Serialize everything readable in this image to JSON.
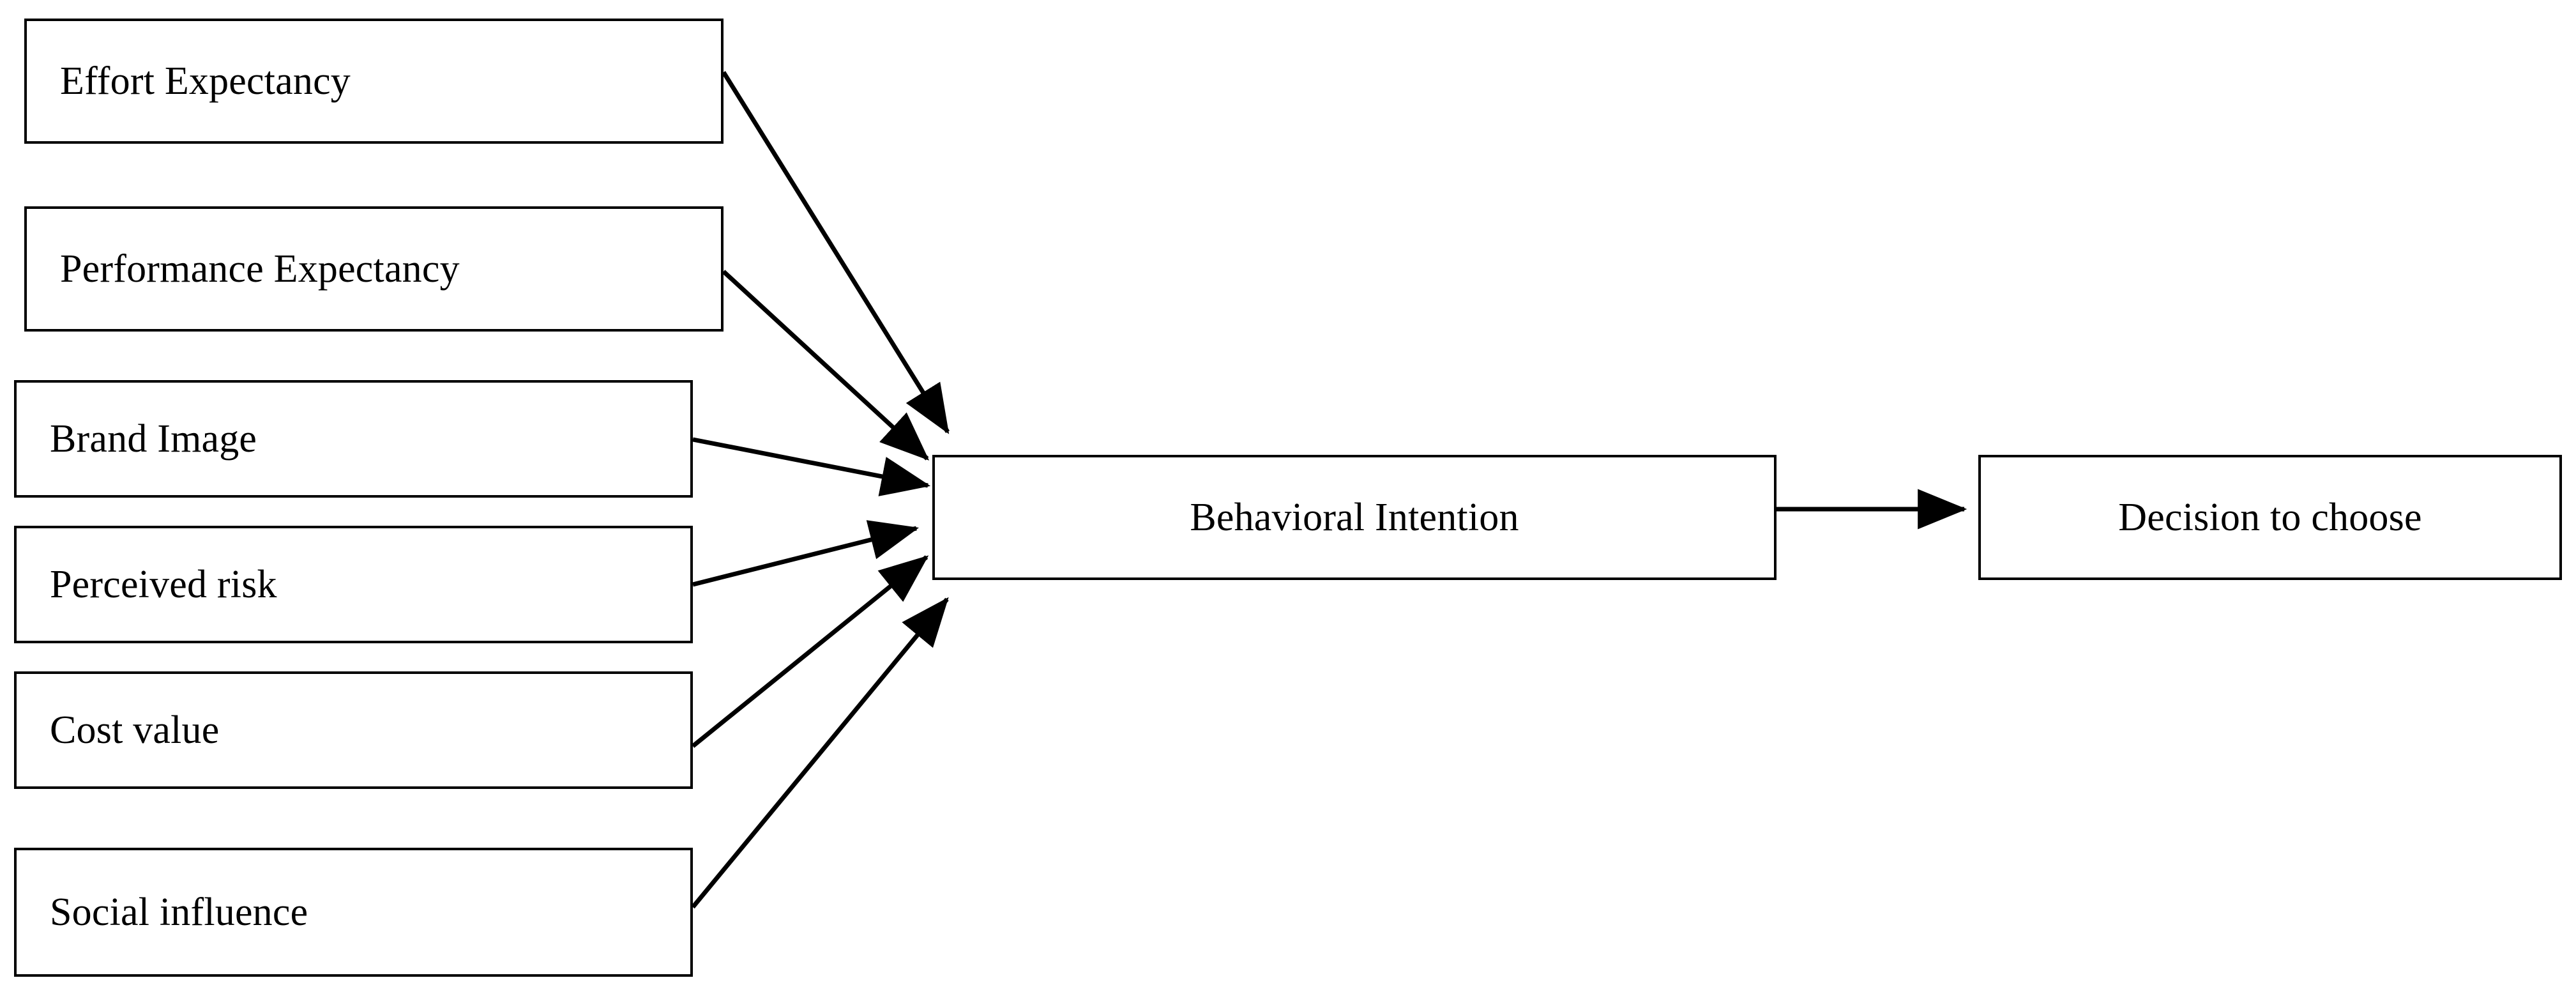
{
  "diagram": {
    "type": "conceptual-research-model",
    "background_color": "#ffffff",
    "line_color": "#000000",
    "box_border_color": "#000000",
    "box_fill_color": "#ffffff",
    "antecedents": [
      {
        "id": "effort-expectancy",
        "label": "Effort Expectancy"
      },
      {
        "id": "performance-expectancy",
        "label": "Performance Expectancy"
      },
      {
        "id": "brand-image",
        "label": "Brand Image"
      },
      {
        "id": "perceived-risk",
        "label": "Perceived risk"
      },
      {
        "id": "cost-value",
        "label": "Cost value"
      },
      {
        "id": "social-influence",
        "label": "Social influence"
      }
    ],
    "mediator": {
      "id": "behavioral-intention",
      "label": "Behavioral Intention"
    },
    "outcome": {
      "id": "decision-to-choose",
      "label": "Decision to choose"
    },
    "edges": [
      {
        "from": "effort-expectancy",
        "to": "behavioral-intention",
        "arrow": "single"
      },
      {
        "from": "performance-expectancy",
        "to": "behavioral-intention",
        "arrow": "single"
      },
      {
        "from": "brand-image",
        "to": "behavioral-intention",
        "arrow": "single"
      },
      {
        "from": "perceived-risk",
        "to": "behavioral-intention",
        "arrow": "single"
      },
      {
        "from": "cost-value",
        "to": "behavioral-intention",
        "arrow": "single"
      },
      {
        "from": "social-influence",
        "to": "behavioral-intention",
        "arrow": "single"
      },
      {
        "from": "behavioral-intention",
        "to": "decision-to-choose",
        "arrow": "single"
      }
    ]
  }
}
